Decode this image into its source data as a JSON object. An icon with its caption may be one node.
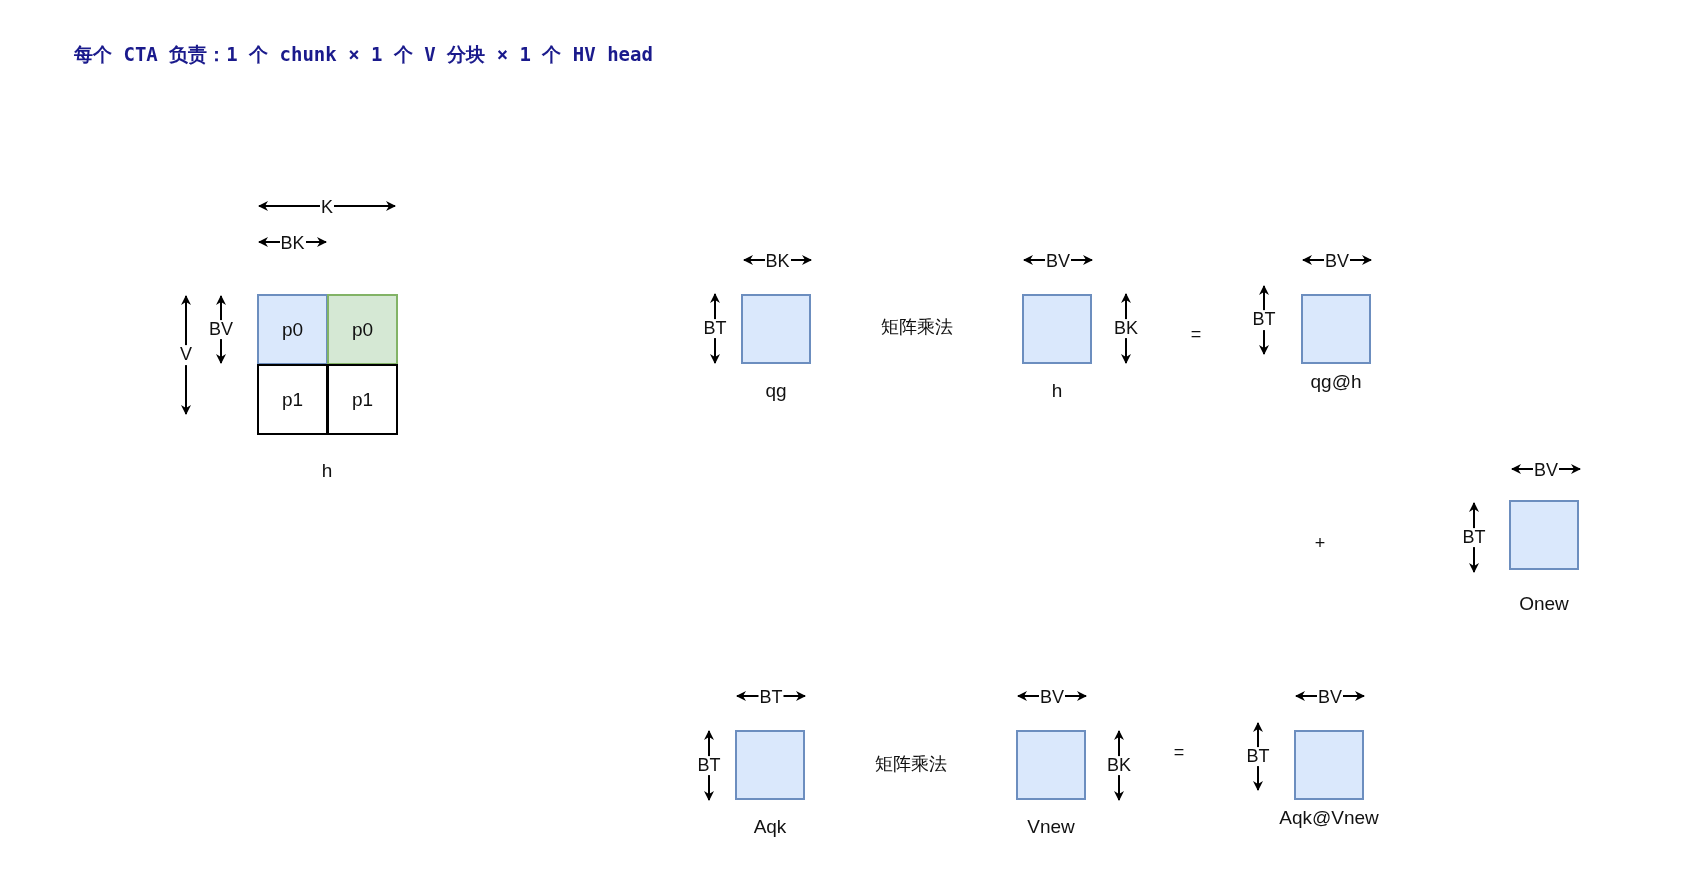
{
  "diagram": {
    "title": "每个 CTA 负责：1 个 chunk × 1 个 V 分块 × 1 个 HV head",
    "nodes": [
      {
        "text": [
          "h"
        ]
      },
      {
        "text": [
          "p0"
        ],
        "in": 0
      },
      {
        "text": [
          "p0"
        ],
        "in": 0
      },
      {
        "text": [
          "p1"
        ],
        "in": 0
      },
      {
        "text": [
          "p1"
        ],
        "in": 0
      },
      {
        "text": [
          "qg"
        ]
      },
      {
        "text": [
          "h"
        ]
      },
      {
        "text": [
          "qg@h"
        ]
      },
      {
        "text": [
          "Onew"
        ]
      },
      {
        "text": [
          "Aqk"
        ]
      },
      {
        "text": [
          "Vnew"
        ]
      },
      {
        "text": [
          "Aqk@Vnew"
        ]
      }
    ],
    "edges": [],
    "labels": [
      "K",
      "BK",
      "V",
      "BV",
      "BK",
      "BV",
      "BV",
      "BT",
      "矩阵乘法",
      "BK",
      "=",
      "BT",
      "BV",
      "+",
      "BT",
      "BT",
      "BV",
      "BV",
      "BT",
      "矩阵乘法",
      "BK",
      "=",
      "BT"
    ]
  }
}
